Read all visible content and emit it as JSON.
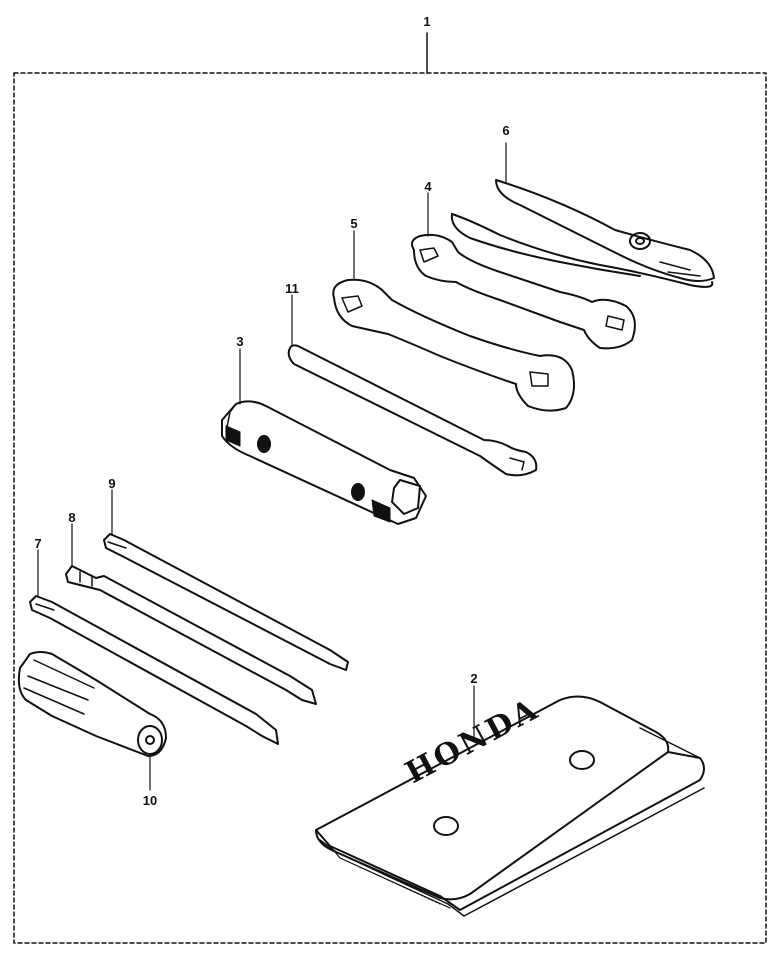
{
  "diagram": {
    "callouts": {
      "c1": "1",
      "c2": "2",
      "c3": "3",
      "c4": "4",
      "c5": "5",
      "c6": "6",
      "c7": "7",
      "c8": "8",
      "c9": "9",
      "c10": "10",
      "c11": "11"
    },
    "pouch_brand": "HONDA",
    "line_color": "#111111",
    "background_color": "#ffffff"
  }
}
